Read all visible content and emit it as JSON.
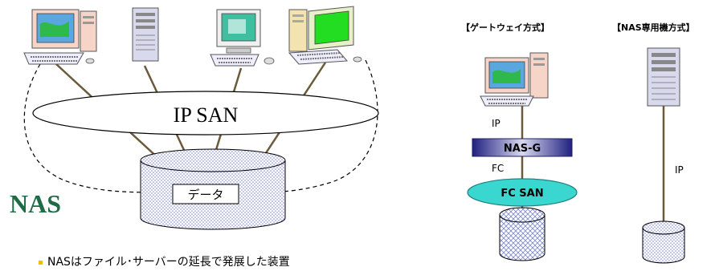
{
  "left": {
    "ip_san": "IP SAN",
    "data_box": "データ",
    "title": "NAS",
    "bullet": "NASはファイル･サーバーの延長で発展した装置"
  },
  "right": {
    "gateway_header": "【ゲートウェイ方式】",
    "dedicated_header": "【NAS専用機方式】",
    "ip_label_gw": "IP",
    "nas_g": "NAS-G",
    "fc_label": "FC",
    "fc_san": "FC SAN",
    "ip_label_nas": "IP"
  },
  "colors": {
    "monitor_frame": "#f7d4c8",
    "screen_green": "#2fb84c",
    "screen_blue": "#5aa7e0",
    "tower": "#d9d9ee",
    "nas_g_fill": "#3a3aa0",
    "fc_san_fill": "#3ad6d0",
    "disk_pattern": "#8fa0d8",
    "title_green": "#1e6b45"
  }
}
